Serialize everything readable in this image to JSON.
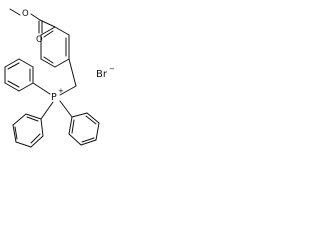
{
  "molecule": {
    "ester_carbonyl_oxygen": "O",
    "ester_ether_oxygen": "O",
    "phosphorus": "P",
    "phosphonium_charge": "+",
    "counterion": "Br",
    "counterion_charge": "−"
  },
  "colors": {
    "bond": "#111111",
    "background": "#ffffff"
  }
}
